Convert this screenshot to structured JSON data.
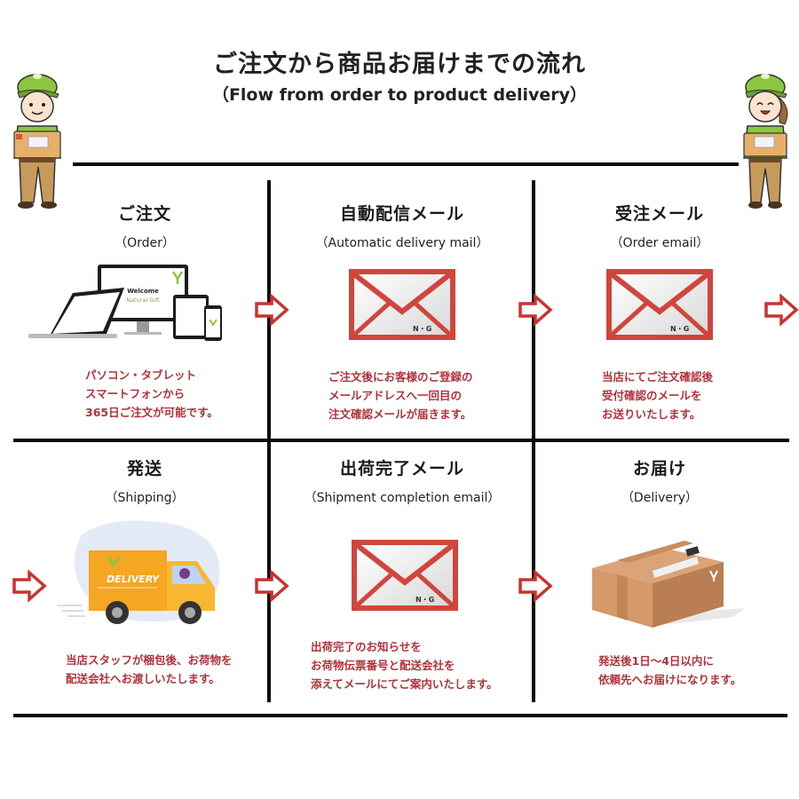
{
  "header": {
    "title": "ご注文から商品お届けまでの流れ",
    "subtitle": "（Flow from order to product delivery）"
  },
  "colors": {
    "accent_red": "#c8332f",
    "desc_text": "#b0323c",
    "line": "#0a0a0a",
    "truck_orange": "#f5a623",
    "box_brown": "#c98f62",
    "uniform_green": "#8cc63f"
  },
  "steps": [
    {
      "title": "ご注文",
      "subtitle": "（Order）",
      "icon": "devices-icon",
      "screen_text_1": "Welcome",
      "screen_text_2": "Natural Gift",
      "desc": [
        "パソコン・タブレット",
        "スマートフォンから",
        "365日ご注文が可能です。"
      ]
    },
    {
      "title": "自動配信メール",
      "subtitle": "（Automatic delivery mail）",
      "icon": "envelope-icon",
      "envelope_label": "N・G",
      "desc": [
        "ご注文後にお客様のご登録の",
        "メールアドレスへ一回目の",
        "注文確認メールが届きます。"
      ]
    },
    {
      "title": "受注メール",
      "subtitle": "（Order email）",
      "icon": "envelope-icon",
      "envelope_label": "N・G",
      "desc": [
        "当店にてご注文確認後",
        "受付確認のメールを",
        "お送りいたします。"
      ]
    },
    {
      "title": "発送",
      "subtitle": "（Shipping）",
      "icon": "delivery-truck-icon",
      "truck_label": "DELIVERY",
      "desc": [
        "当店スタッフが梱包後、お荷物を",
        "配送会社へお渡しいたします。"
      ]
    },
    {
      "title": "出荷完了メール",
      "subtitle": "（Shipment completion email）",
      "icon": "envelope-icon",
      "envelope_label": "N・G",
      "desc": [
        "出荷完了のお知らせを",
        "お荷物伝票番号と配送会社を",
        "添えてメールにてご案内いたします。"
      ]
    },
    {
      "title": "お届け",
      "subtitle": "（Delivery）",
      "icon": "cardboard-box-icon",
      "desc": [
        "発送後1日～4日以内に",
        "依頼先へお届けになります。"
      ]
    }
  ]
}
